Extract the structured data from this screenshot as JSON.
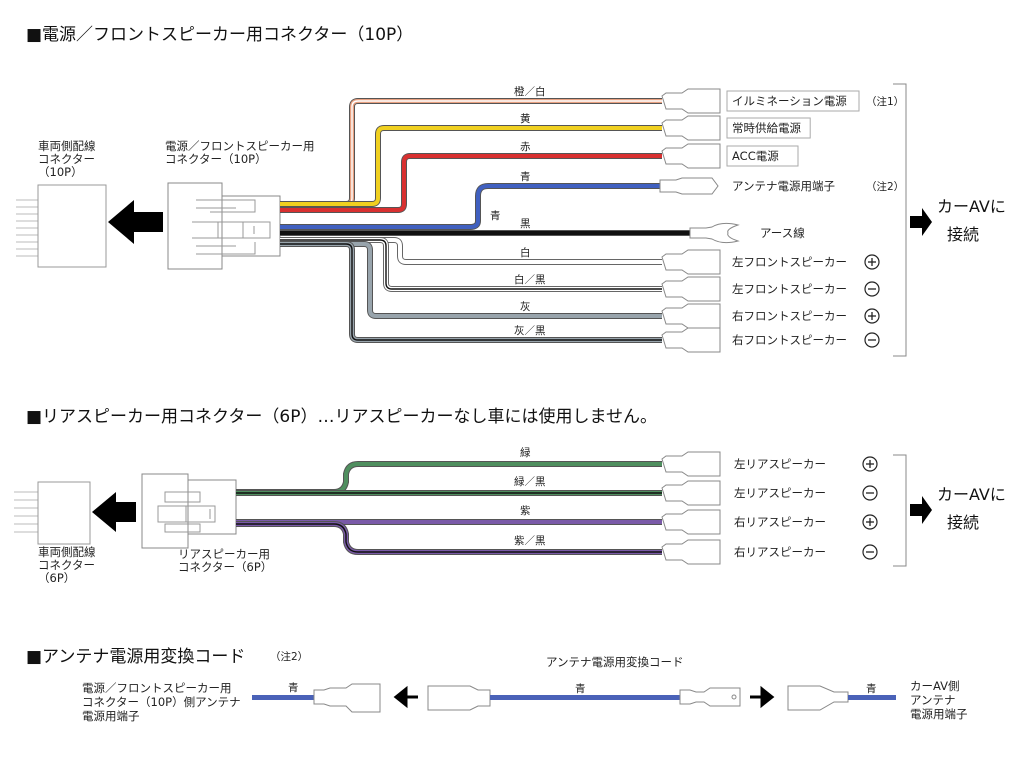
{
  "section1": {
    "title": "■電源／フロントスピーカー用コネクター（10P）",
    "vehicle_connector": [
      "車両側配線",
      "コネクター",
      "（10P）"
    ],
    "product_connector": [
      "電源／フロントスピーカー用",
      "コネクター（10P）"
    ],
    "wires": [
      {
        "color_label": "橙／白",
        "color": "#e8a080",
        "stripe": "#ffffff",
        "function": "イルミネーション電源",
        "boxed": true,
        "note": "（注1）",
        "terminal": "female"
      },
      {
        "color_label": "黄",
        "color": "#f0d020",
        "stripe": "",
        "function": "常時供給電源",
        "boxed": true,
        "note": "",
        "terminal": "female"
      },
      {
        "color_label": "赤",
        "color": "#d83030",
        "stripe": "",
        "function": "ACC電源",
        "boxed": true,
        "note": "",
        "terminal": "female"
      },
      {
        "color_label": "青",
        "color": "#4060c0",
        "stripe": "",
        "function": "アンテナ電源用端子",
        "boxed": false,
        "note": "（注2）",
        "terminal": "male"
      },
      {
        "color_label": "黒",
        "color": "#111111",
        "stripe": "",
        "function": "アース線",
        "boxed": false,
        "note": "",
        "terminal": "fork"
      },
      {
        "color_label": "白",
        "color": "#ffffff",
        "stripe": "",
        "function": "左フロントスピーカー",
        "polarity": "+",
        "terminal": "female"
      },
      {
        "color_label": "白／黒",
        "color": "#ffffff",
        "stripe": "#111111",
        "function": "左フロントスピーカー",
        "polarity": "−",
        "terminal": "female"
      },
      {
        "color_label": "灰",
        "color": "#98a4ac",
        "stripe": "",
        "function": "右フロントスピーカー",
        "polarity": "+",
        "terminal": "female"
      },
      {
        "color_label": "灰／黒",
        "color": "#98a4ac",
        "stripe": "#111111",
        "function": "右フロントスピーカー",
        "polarity": "−",
        "terminal": "female"
      }
    ],
    "blue_branch_label": "青",
    "connect_to": [
      "カーAVに",
      "接続"
    ]
  },
  "section2": {
    "title": "■リアスピーカー用コネクター（6P）…リアスピーカーなし車には使用しません。",
    "vehicle_connector": [
      "車両側配線",
      "コネクター",
      "（6P）"
    ],
    "product_connector": [
      "リアスピーカー用",
      "コネクター（6P）"
    ],
    "wires": [
      {
        "color_label": "緑",
        "color": "#4f8f5f",
        "stripe": "",
        "function": "左リアスピーカー",
        "polarity": "+"
      },
      {
        "color_label": "緑／黒",
        "color": "#4f8f5f",
        "stripe": "#111111",
        "function": "左リアスピーカー",
        "polarity": "−"
      },
      {
        "color_label": "紫",
        "color": "#7a5aa8",
        "stripe": "",
        "function": "右リアスピーカー",
        "polarity": "+"
      },
      {
        "color_label": "紫／黒",
        "color": "#7a5aa8",
        "stripe": "#111111",
        "function": "右リアスピーカー",
        "polarity": "−"
      }
    ],
    "connect_to": [
      "カーAVに",
      "接続"
    ]
  },
  "section3": {
    "title": "■アンテナ電源用変換コード",
    "title_note": "（注2）",
    "left_label": [
      "電源／フロントスピーカー用",
      "コネクター（10P）側アンテナ",
      "電源用端子"
    ],
    "left_wire_label": "青",
    "cord_title": "アンテナ電源用変換コード",
    "cord_wire_label": "青",
    "right_wire_label": "青",
    "right_label": [
      "カーAV側",
      "アンテナ",
      "電源用端子"
    ],
    "wire_color": "#4a62b8"
  },
  "colors": {
    "bracket": "#888888",
    "arrow": "#000000"
  }
}
